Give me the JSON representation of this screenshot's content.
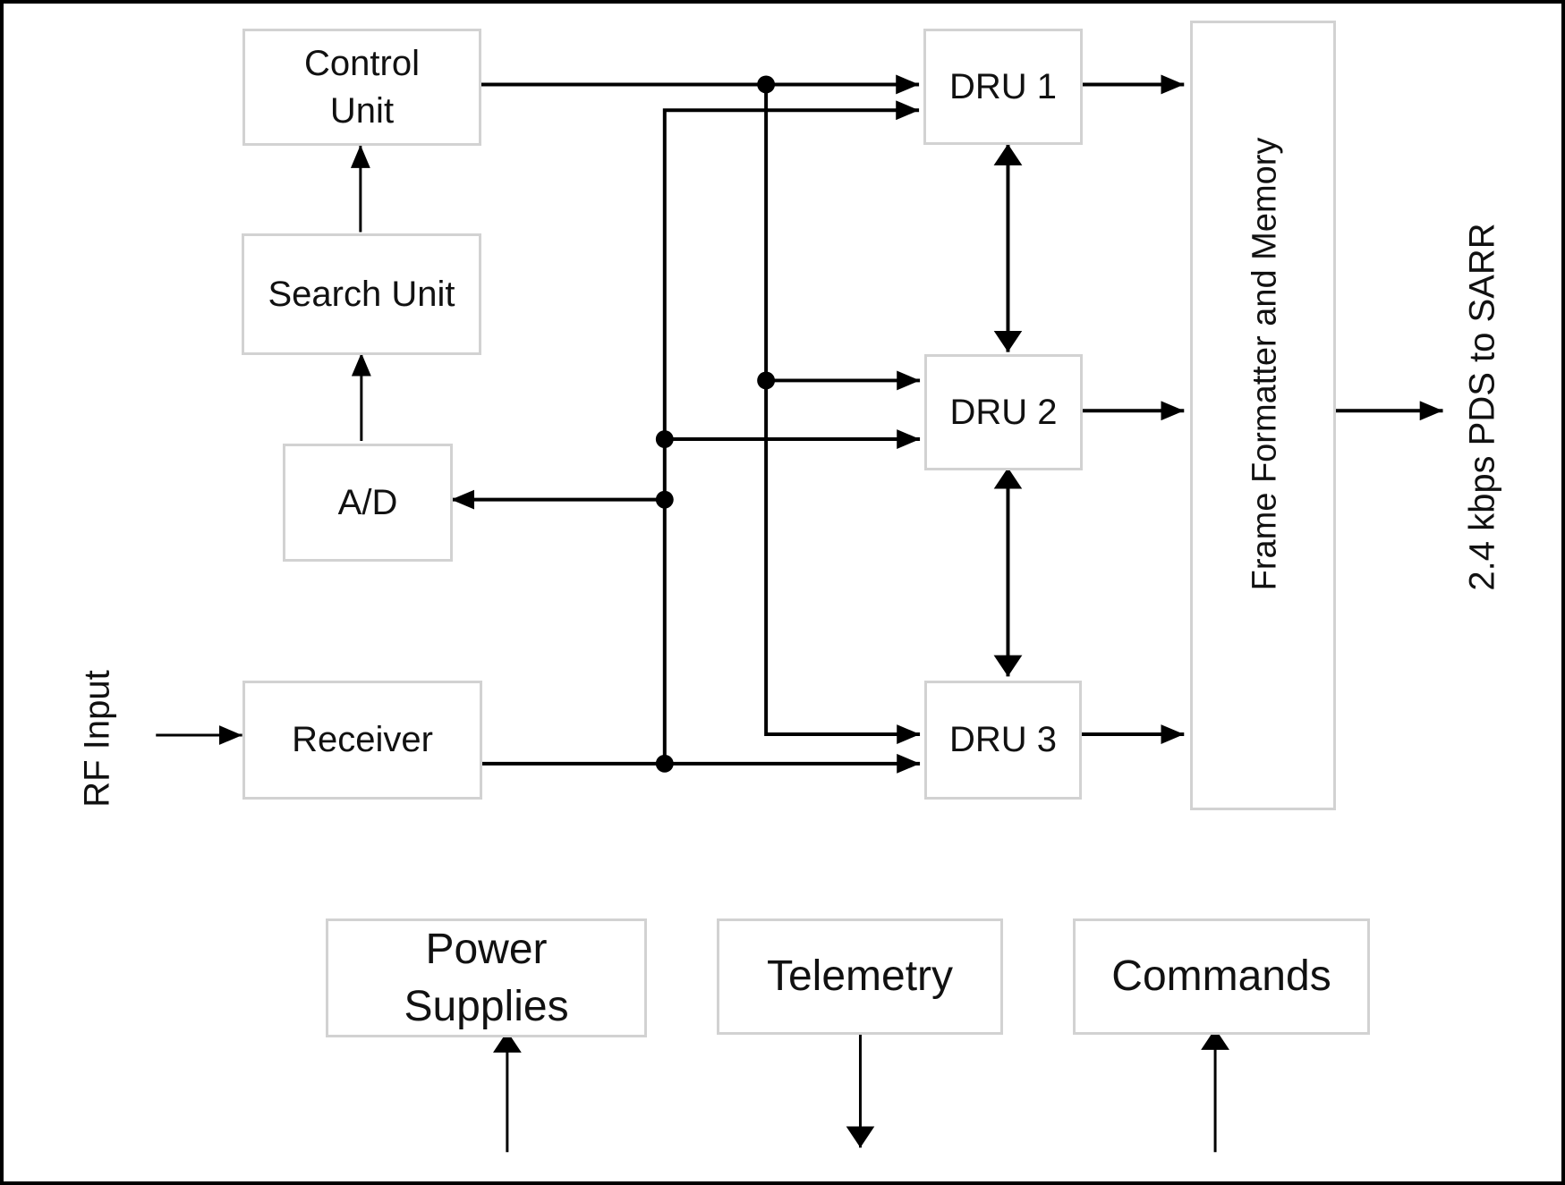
{
  "nodes": {
    "control_unit": {
      "label": "Control\nUnit"
    },
    "search_unit": {
      "label": "Search Unit"
    },
    "ad_converter": {
      "label": "A/D"
    },
    "receiver": {
      "label": "Receiver"
    },
    "dru_1": {
      "label": "DRU 1"
    },
    "dru_2": {
      "label": "DRU 2"
    },
    "dru_3": {
      "label": "DRU 3"
    },
    "frame_formatter": {
      "label": "Frame Formatter and Memory"
    },
    "power_supplies": {
      "label": "Power\nSupplies"
    },
    "telemetry": {
      "label": "Telemetry"
    },
    "commands": {
      "label": "Commands"
    }
  },
  "labels": {
    "rf_input": "RF Input",
    "pds_output": "2.4 kbps PDS to SARR"
  },
  "colors": {
    "line": "#000000",
    "text": "#111111",
    "box_border": "#d2d2d2",
    "background": "#ffffff"
  }
}
